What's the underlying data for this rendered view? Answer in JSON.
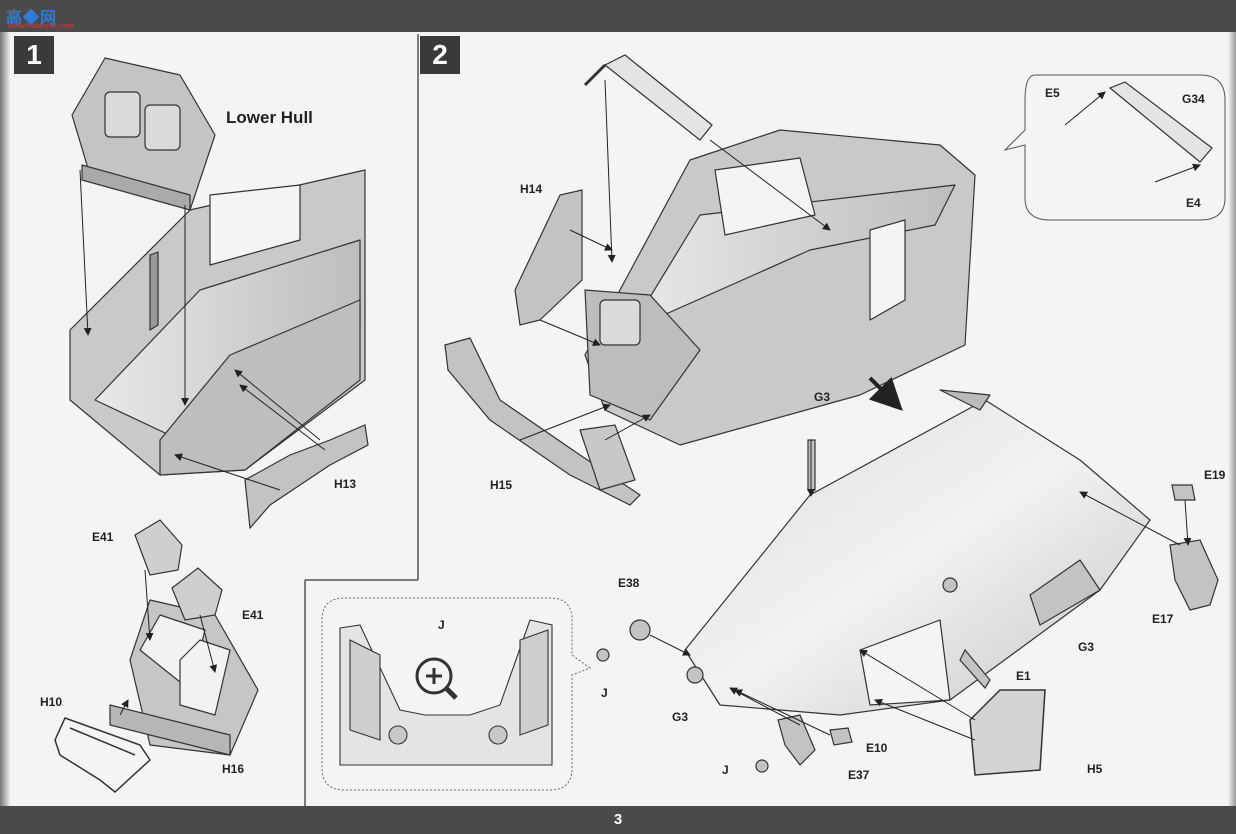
{
  "header": {
    "logo_text": "高◆网",
    "logo_sub": "www.hobbyhk.com"
  },
  "footer": {
    "page_number": "3"
  },
  "steps": [
    {
      "number": "1"
    },
    {
      "number": "2"
    }
  ],
  "step1": {
    "title": "Lower Hull",
    "labels": {
      "h13": "H13",
      "e41a": "E41",
      "e41b": "E41",
      "h10": "H10",
      "h16": "H16"
    }
  },
  "step2": {
    "labels": {
      "h14": "H14",
      "h15": "H15",
      "e5": "E5",
      "g34": "G34",
      "e4": "E4",
      "g3_top": "G3",
      "e19": "E19",
      "e17": "E17",
      "e38": "E38",
      "j_part": "J",
      "g3_right": "G3",
      "e1": "E1",
      "g3_left": "G3",
      "e10": "E10",
      "j_bottom": "J",
      "e37": "E37",
      "h5": "H5",
      "j_detail": "J"
    }
  },
  "colors": {
    "bar": "#4a4a4a",
    "badge": "#3a3a3a",
    "part_fill": "#cfcfcd",
    "part_stroke": "#333333"
  }
}
